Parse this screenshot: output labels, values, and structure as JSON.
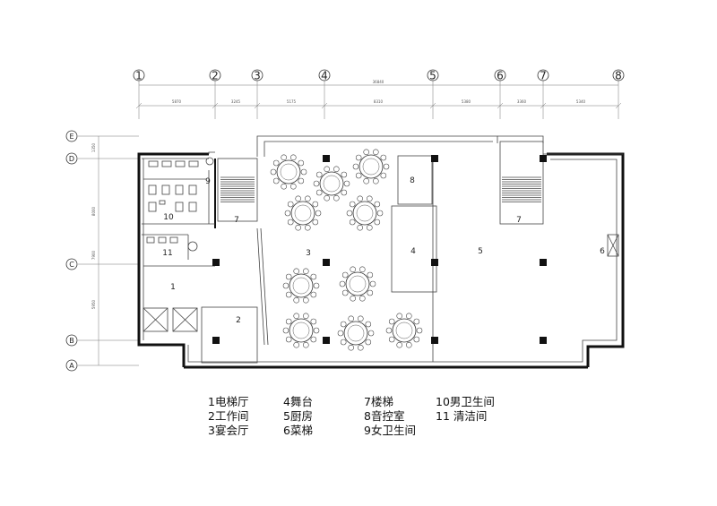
{
  "col_axes": [
    "1",
    "2",
    "3",
    "4",
    "5",
    "6",
    "7",
    "8"
  ],
  "row_axes": [
    "E",
    "D",
    "C",
    "B",
    "A"
  ],
  "overall_dimension": "36840",
  "col_dimensions": [
    "5870",
    "3245",
    "5175",
    "8310",
    "5380",
    "3360",
    "5340"
  ],
  "row_dimensions": [
    "1350",
    "8000",
    "7900",
    "5950"
  ],
  "rooms": [
    {
      "number": "1",
      "name": "电梯厅"
    },
    {
      "number": "2",
      "name": "工作间"
    },
    {
      "number": "3",
      "name": "宴会厅"
    },
    {
      "number": "4",
      "name": "舞台"
    },
    {
      "number": "5",
      "name": "厨房"
    },
    {
      "number": "6",
      "name": "菜梯"
    },
    {
      "number": "7",
      "name": "楼梯"
    },
    {
      "number": "8",
      "name": "音控室"
    },
    {
      "number": "9",
      "name": "女卫生间"
    },
    {
      "number": "10",
      "name": "男卫生间"
    },
    {
      "number": "11",
      "name": "清洁间"
    }
  ],
  "legend": [
    [
      "1电梯厅",
      "2工作间",
      "3宴会厅"
    ],
    [
      "4舞台",
      "5厨房",
      "6菜梯"
    ],
    [
      "7楼梯",
      "8音控室",
      "9女卫生间"
    ],
    [
      "10男卫生间",
      "11  清洁间"
    ]
  ]
}
